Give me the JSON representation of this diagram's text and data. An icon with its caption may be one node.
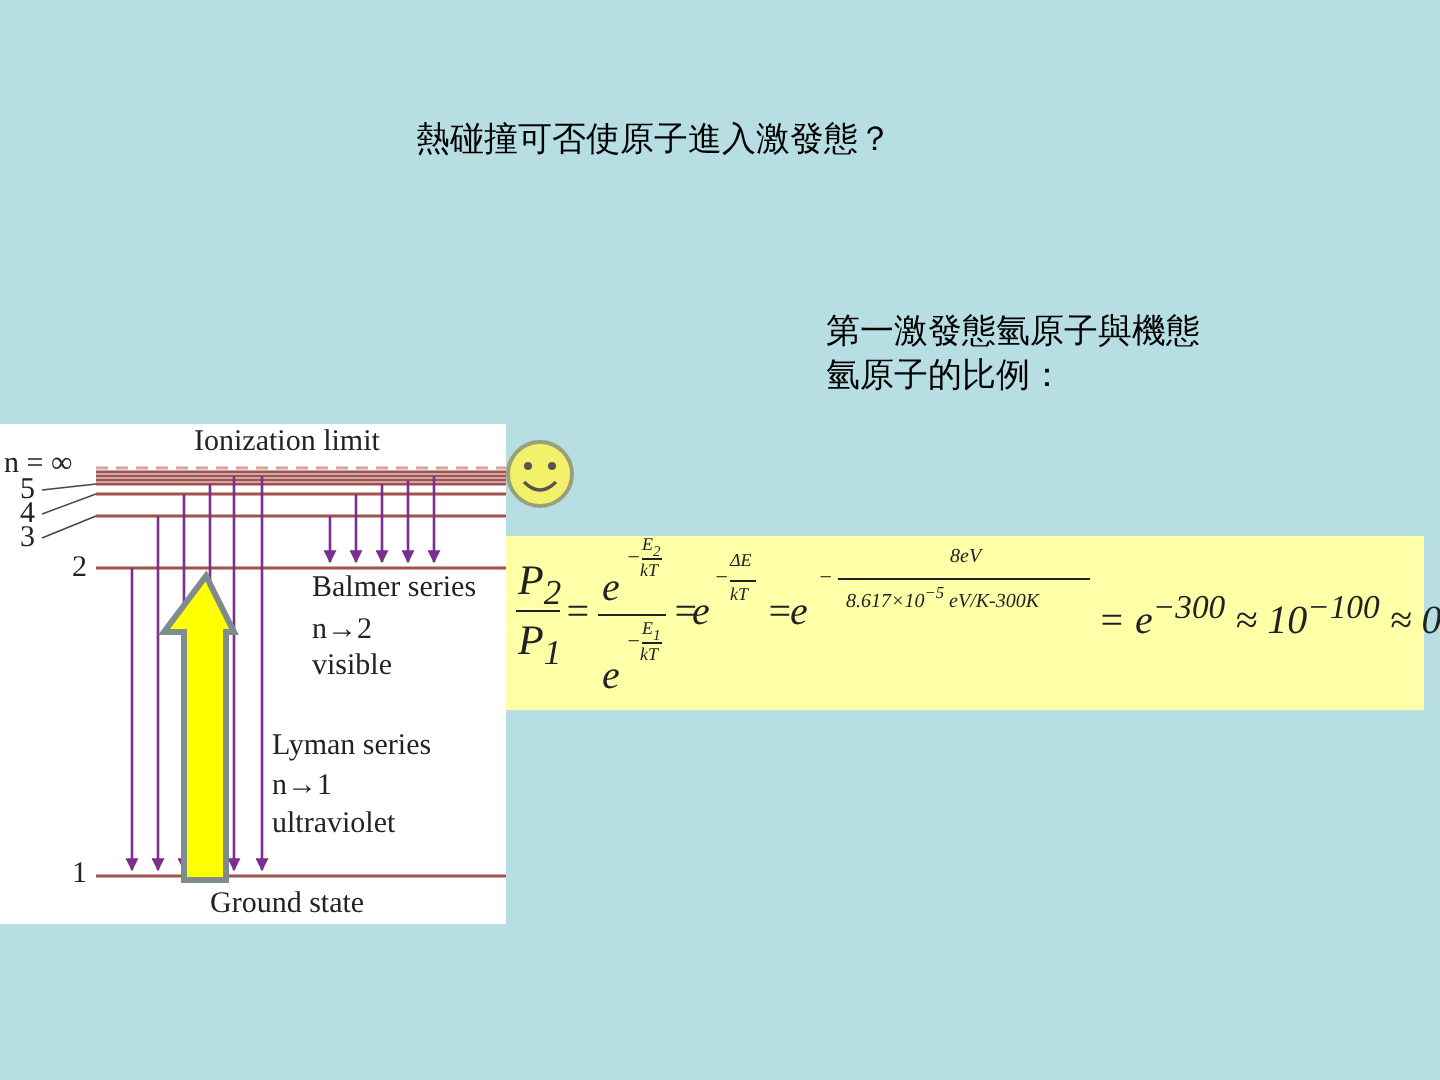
{
  "diagram": {
    "title": "熱碰撞可否使原子進入激發態？",
    "nodes": [
      {
        "text": [
          "5"
        ]
      },
      {
        "text": [
          "4"
        ]
      },
      {
        "text": [
          "3"
        ]
      },
      {
        "text": [],
        "shape": "line"
      },
      {
        "text": [],
        "shape": "line"
      },
      {
        "text": [],
        "shape": "line"
      }
    ],
    "edges": [
      {
        "from": 0,
        "to": 3,
        "arrow": "none"
      },
      {
        "from": 1,
        "to": 4,
        "arrow": "none"
      },
      {
        "from": 2,
        "to": 5,
        "arrow": "none"
      }
    ],
    "labels": [
      "第一激發態氫原子與機態氫原子的比例：",
      "Ionization limit",
      "n = ∞",
      "2",
      "1",
      "Balmer series",
      "n→2",
      "visible",
      "Lyman series",
      "n→1",
      "ultraviolet",
      "Ground state",
      "P$_{2}$",
      "P$_{1}$",
      "=",
      "e",
      "−",
      "E$_{2}$",
      "kT",
      "e",
      "−",
      "E$_{1}$",
      "kT",
      "=",
      "e",
      "−",
      "ΔE",
      "kT",
      "=",
      "e",
      "−",
      "8eV",
      "8.617×10$^{−5}$ eV/K-300K",
      "= e$^{−300}$ ≈ 10$^{−100}$ ≈ 0"
    ]
  }
}
